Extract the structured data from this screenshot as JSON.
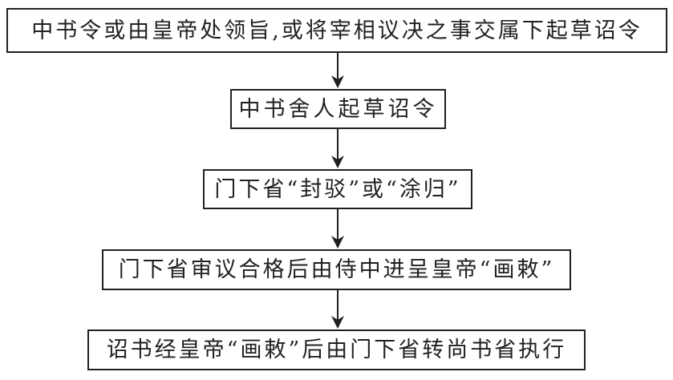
{
  "steps": [
    {
      "text": "中书令或由皇帝处领旨,或将宰相议决之事交属下起草诏令"
    },
    {
      "text": "中书舍人起草诏令"
    },
    {
      "text": "门下省“封驳”或“涂归”"
    },
    {
      "text": "门下省审议合格后由侍中进呈皇帝“画敕”"
    },
    {
      "text": "诏书经皇帝“画敕”后由门下省转尚书省执行"
    }
  ],
  "colors": {
    "line": "#231f20",
    "background": "#ffffff"
  }
}
